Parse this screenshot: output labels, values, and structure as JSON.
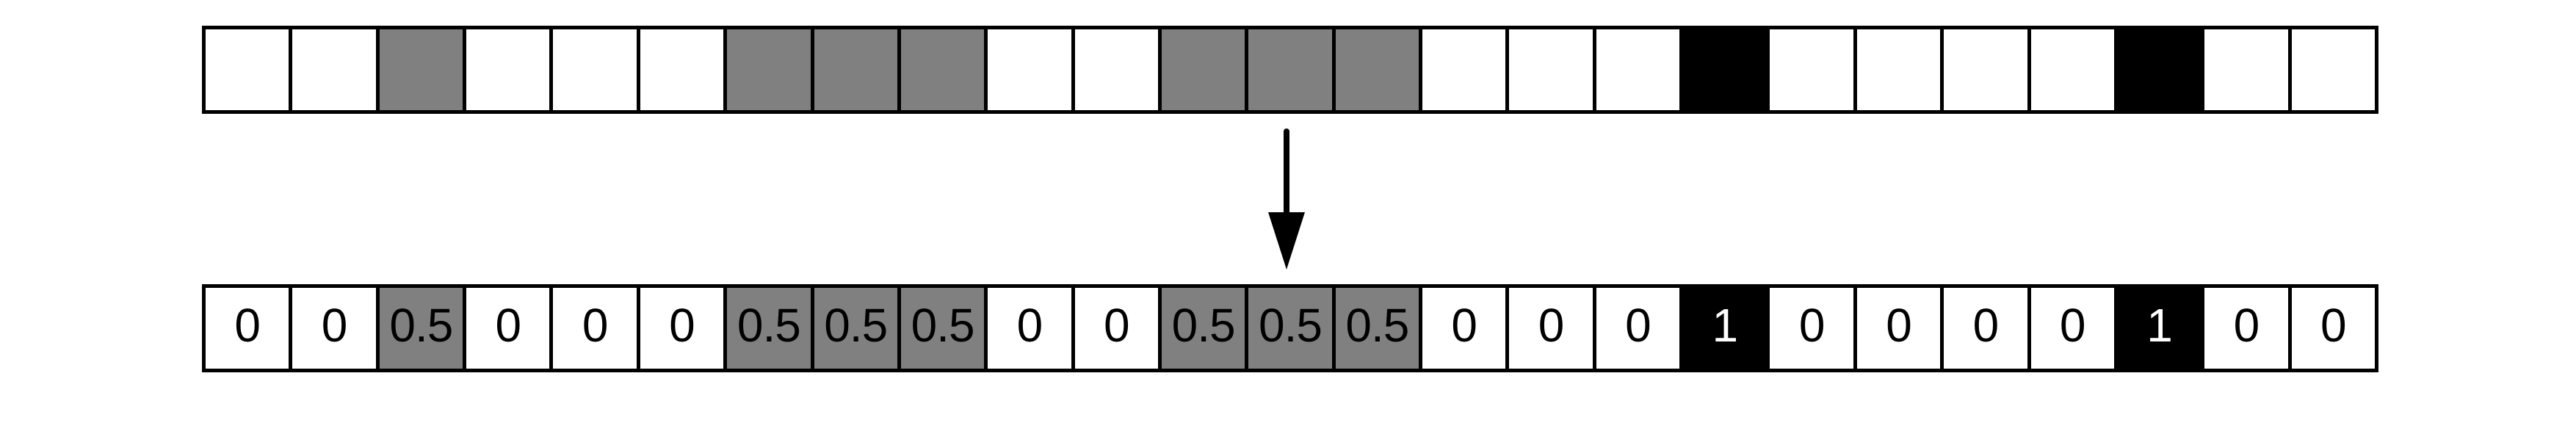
{
  "diagram": {
    "colors": {
      "white": "#ffffff",
      "gray": "#808080",
      "black": "#000000",
      "border": "#000000",
      "value_on_dark": "#ffffff",
      "value_on_light": "#000000"
    },
    "arrow": {
      "icon": "down-arrow-icon",
      "direction": "down"
    },
    "top_row": {
      "cells": [
        {
          "color": "white"
        },
        {
          "color": "white"
        },
        {
          "color": "gray"
        },
        {
          "color": "white"
        },
        {
          "color": "white"
        },
        {
          "color": "white"
        },
        {
          "color": "gray"
        },
        {
          "color": "gray"
        },
        {
          "color": "gray"
        },
        {
          "color": "white"
        },
        {
          "color": "white"
        },
        {
          "color": "gray"
        },
        {
          "color": "gray"
        },
        {
          "color": "gray"
        },
        {
          "color": "white"
        },
        {
          "color": "white"
        },
        {
          "color": "white"
        },
        {
          "color": "black"
        },
        {
          "color": "white"
        },
        {
          "color": "white"
        },
        {
          "color": "white"
        },
        {
          "color": "white"
        },
        {
          "color": "black"
        },
        {
          "color": "white"
        },
        {
          "color": "white"
        }
      ]
    },
    "bottom_row": {
      "cells": [
        {
          "color": "white",
          "value": "0"
        },
        {
          "color": "white",
          "value": "0"
        },
        {
          "color": "gray",
          "value": "0.5"
        },
        {
          "color": "white",
          "value": "0"
        },
        {
          "color": "white",
          "value": "0"
        },
        {
          "color": "white",
          "value": "0"
        },
        {
          "color": "gray",
          "value": "0.5"
        },
        {
          "color": "gray",
          "value": "0.5"
        },
        {
          "color": "gray",
          "value": "0.5"
        },
        {
          "color": "white",
          "value": "0"
        },
        {
          "color": "white",
          "value": "0"
        },
        {
          "color": "gray",
          "value": "0.5"
        },
        {
          "color": "gray",
          "value": "0.5"
        },
        {
          "color": "gray",
          "value": "0.5"
        },
        {
          "color": "white",
          "value": "0"
        },
        {
          "color": "white",
          "value": "0"
        },
        {
          "color": "white",
          "value": "0"
        },
        {
          "color": "black",
          "value": "1"
        },
        {
          "color": "white",
          "value": "0"
        },
        {
          "color": "white",
          "value": "0"
        },
        {
          "color": "white",
          "value": "0"
        },
        {
          "color": "white",
          "value": "0"
        },
        {
          "color": "black",
          "value": "1"
        },
        {
          "color": "white",
          "value": "0"
        },
        {
          "color": "white",
          "value": "0"
        }
      ]
    }
  }
}
